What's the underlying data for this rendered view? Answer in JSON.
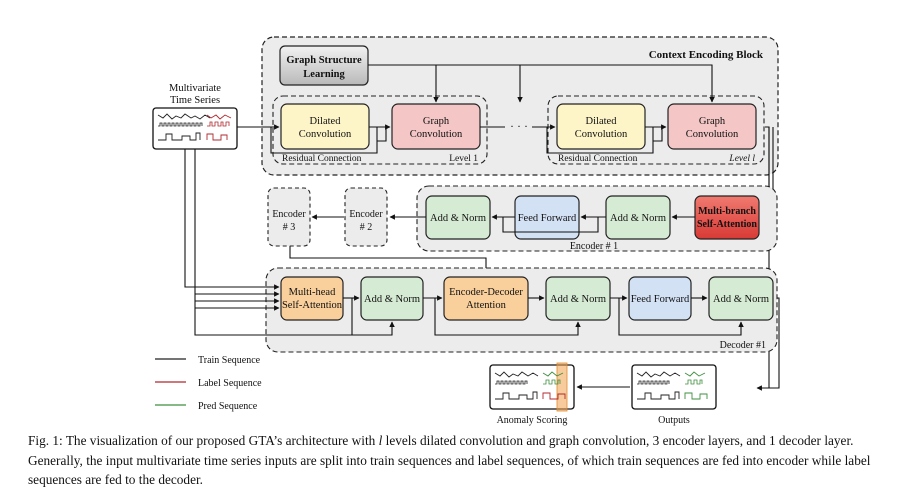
{
  "diagram": {
    "context_block_title": "Context Encoding Block",
    "graph_structure_learning": [
      "Graph Structure",
      "Learning"
    ],
    "input_title": [
      "Multivariate",
      "Time Series"
    ],
    "dilated_convolution": [
      "Dilated",
      "Convolution"
    ],
    "graph_convolution": [
      "Graph",
      "Convolution"
    ],
    "residual_connection": "Residual Connection",
    "level_1": "Level 1",
    "level_l": "Level l",
    "ellipsis": "· · ·",
    "add_norm": "Add & Norm",
    "feed_forward": "Feed Forward",
    "multi_branch": [
      "Multi-branch",
      "Self-Attention"
    ],
    "encoder_1": "Encoder # 1",
    "encoder_2": [
      "Encoder",
      "# 2"
    ],
    "encoder_3": [
      "Encoder",
      "# 3"
    ],
    "multi_head": [
      "Multi-head",
      "Self-Attention"
    ],
    "enc_dec_attention": [
      "Encoder-Decoder",
      "Attention"
    ],
    "decoder_1": "Decoder #1",
    "legend": {
      "train": "Train Sequence",
      "label": "Label Sequence",
      "pred": "Pred Sequence"
    },
    "anomaly_scoring": "Anomaly Scoring",
    "outputs": "Outputs",
    "colors": {
      "dilated": "#fdf5c8",
      "graph_conv": "#f4c6c6",
      "add_norm": "#d6ebd3",
      "feed_forward": "#d3e1f5",
      "multi_branch": "#e8504a",
      "multi_head": "#f9cf9b",
      "gsl": "#cfcfcf",
      "block_bg": "#ececec",
      "train_line": "#222222",
      "label_line": "#b0282e",
      "pred_line": "#3f8f3f",
      "highlight": "#f0a04a"
    }
  },
  "caption": {
    "part1": "Fig. 1: The visualization of our proposed GTA’s architecture with ",
    "var": "l",
    "part2": " levels dilated convolution and graph convolution, 3 encoder layers, and 1 decoder layer. Generally, the input multivariate time series inputs are split into train sequences and label sequences, of which train sequences are fed into encoder while label sequences are fed to the decoder."
  }
}
